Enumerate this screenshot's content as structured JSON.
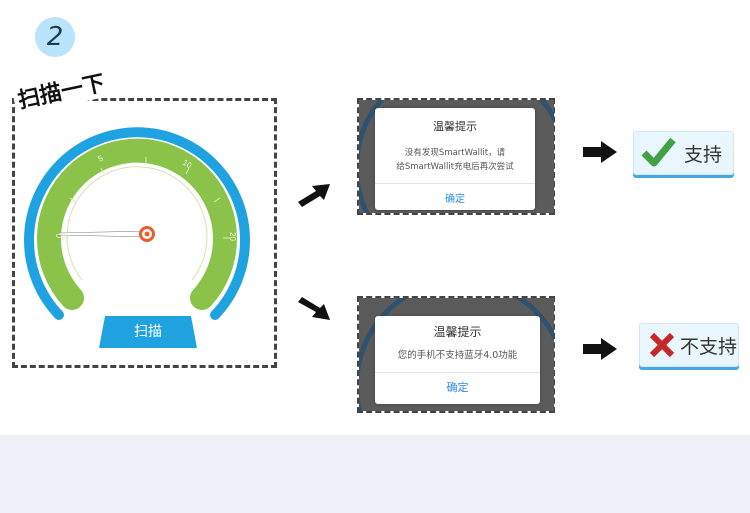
{
  "step": {
    "number": "2"
  },
  "gauge": {
    "tag": "扫描一下",
    "ticks": [
      "0",
      "5",
      "10",
      "20"
    ],
    "button_label": "扫描"
  },
  "dialog_no_device": {
    "title": "温馨提示",
    "message_line1": "没有发现SmartWallit，请",
    "message_line2": "给SmartWallit充电后再次尝试",
    "ok_label": "确定"
  },
  "dialog_no_ble": {
    "title": "温馨提示",
    "message": "您的手机不支持蓝牙4.0功能",
    "ok_label": "确定"
  },
  "results": {
    "supported": "支持",
    "unsupported": "不支持"
  },
  "colors": {
    "gauge_blue": "#1fa3e0",
    "gauge_green": "#8bc34a",
    "check_green": "#43a047",
    "cross_red": "#c62828"
  }
}
